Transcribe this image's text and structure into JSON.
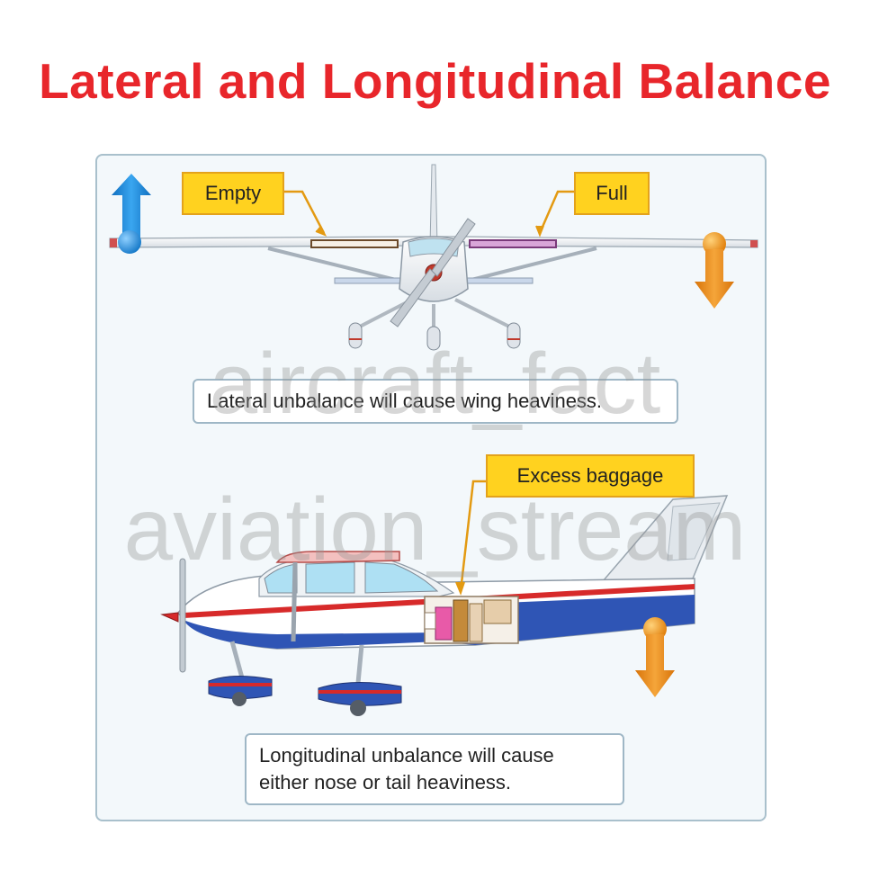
{
  "title": "Lateral and Longitudinal Balance",
  "callouts": {
    "empty": "Empty",
    "full": "Full",
    "baggage": "Excess baggage"
  },
  "captions": {
    "lateral": "Lateral unbalance will cause wing heaviness.",
    "longitudinal_line1": "Longitudinal unbalance will cause",
    "longitudinal_line2": "either nose or tail heaviness."
  },
  "watermarks": {
    "line1": "aircraft_fact",
    "line2": "aviation_stream"
  },
  "colors": {
    "title": "#e8262b",
    "callout_fill": "#ffd21f",
    "up_arrow": "#1e88d6",
    "down_arrow": "#e8870c",
    "fuselage_red": "#d72a2a",
    "fuselage_blue": "#2f55b5"
  }
}
